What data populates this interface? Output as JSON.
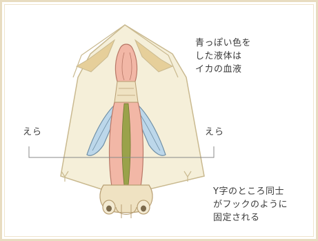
{
  "annotations": {
    "blood_note": "青っぽい色を\nした液体は\nイカの血液",
    "gill_left": "えら",
    "gill_right": "えら",
    "hook_note": "Y字のところ同士\nがフックのように\n固定される"
  },
  "colors": {
    "mantle": "#f5efd9",
    "mantle_edge": "#c9b98f",
    "fin_fold": "#e6cf9a",
    "organ_pink": "#f2b7a6",
    "organ_edge": "#b77766",
    "gill_blue": "#bcd7ea",
    "gill_edge": "#6f8fa6",
    "central_green": "#9aa24a",
    "leader_line": "#888888",
    "frame": "#e8dcc0"
  }
}
